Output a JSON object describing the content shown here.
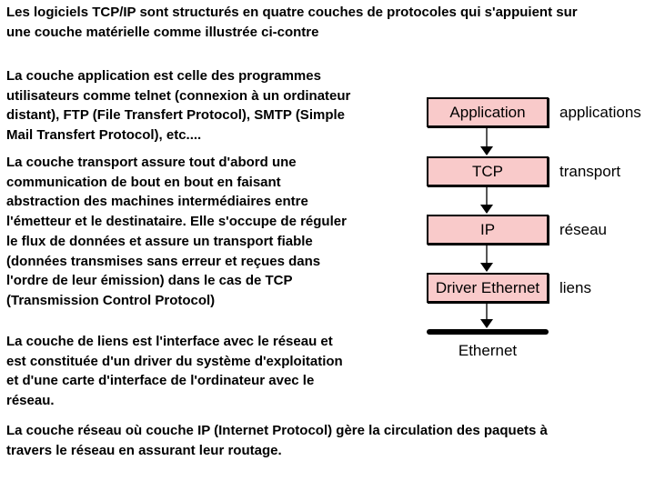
{
  "paragraphs": {
    "intro": "Les logiciels TCP/IP sont structurés en quatre couches de protocoles qui s'appuient sur\nune couche matérielle comme illustrée ci-contre",
    "application": "La couche application est celle des programmes\nutilisateurs comme telnet (connexion à un ordinateur\ndistant), FTP (File Transfert Protocol), SMTP (Simple\nMail Transfert Protocol), etc....",
    "transport": "La couche transport assure tout d'abord une\ncommunication de bout en bout en faisant\nabstraction des machines intermédiaires entre\nl'émetteur et le destinataire. Elle s'occupe de réguler\nle flux de données et assure un transport fiable\n(données transmises sans erreur et reçues dans\nl'ordre de leur émission) dans le cas de TCP\n(Transmission Control Protocol)",
    "liens": "La couche de liens est l'interface avec le réseau et\nest constituée d'un driver du système d'exploitation\net d'une carte d'interface de l'ordinateur avec le\nréseau.",
    "reseau": "La couche réseau où couche IP (Internet Protocol) gère la circulation des paquets à\ntravers le réseau en assurant leur routage."
  },
  "diagram": {
    "boxes": [
      {
        "label": "Application",
        "side_label": "applications"
      },
      {
        "label": "TCP",
        "side_label": "transport"
      },
      {
        "label": "IP",
        "side_label": "réseau"
      },
      {
        "label": "Driver Ethernet",
        "side_label": "liens"
      }
    ],
    "base_label": "Ethernet",
    "colors": {
      "background": "#ffffff",
      "text": "#000000",
      "box_fill": "#f9caca",
      "box_border": "#000000",
      "arrow_shaft": "#555555",
      "arrow_head": "#000000",
      "base_line": "#000000"
    }
  }
}
